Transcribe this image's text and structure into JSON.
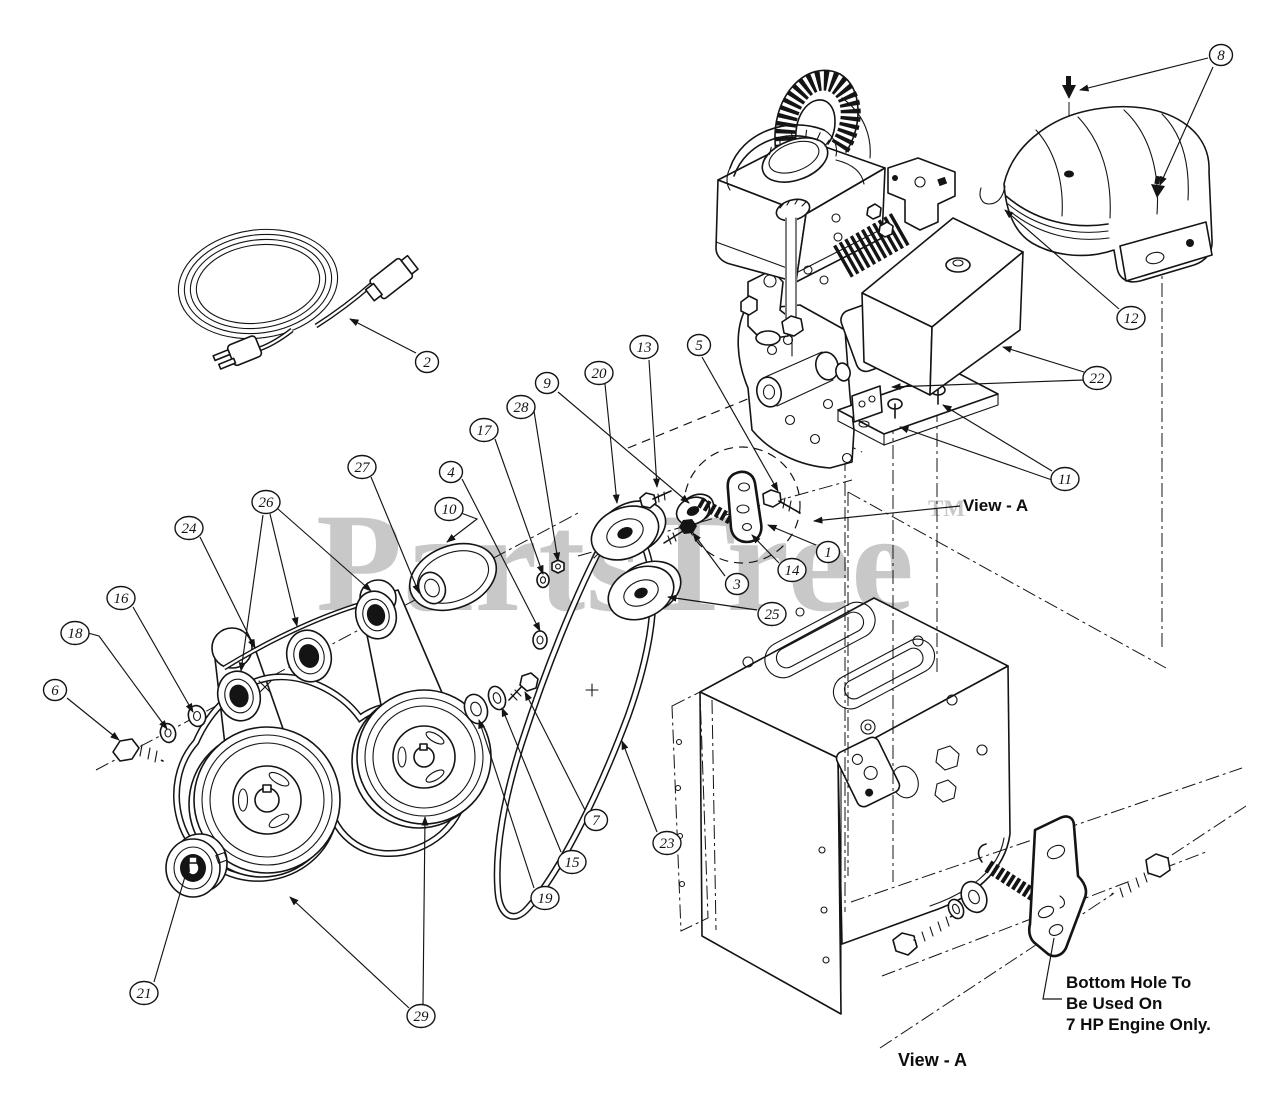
{
  "diagram": {
    "watermark": "PartsTree",
    "watermark_tm": "TM",
    "view_a_top": "View - A",
    "view_a_bottom": "View - A",
    "note_line1": "Bottom Hole To",
    "note_line2": "Be Used On",
    "note_line3": "7 HP Engine Only."
  },
  "callouts": {
    "c1": {
      "num": "1"
    },
    "c2": {
      "num": "2"
    },
    "c3": {
      "num": "3"
    },
    "c4": {
      "num": "4"
    },
    "c5": {
      "num": "5"
    },
    "c6": {
      "num": "6"
    },
    "c7": {
      "num": "7"
    },
    "c8": {
      "num": "8"
    },
    "c9": {
      "num": "9"
    },
    "c10": {
      "num": "10"
    },
    "c11": {
      "num": "11"
    },
    "c12": {
      "num": "12"
    },
    "c13": {
      "num": "13"
    },
    "c14": {
      "num": "14"
    },
    "c15": {
      "num": "15"
    },
    "c16": {
      "num": "16"
    },
    "c17": {
      "num": "17"
    },
    "c18": {
      "num": "18"
    },
    "c19": {
      "num": "19"
    },
    "c20": {
      "num": "20"
    },
    "c21": {
      "num": "21"
    },
    "c22": {
      "num": "22"
    },
    "c23": {
      "num": "23"
    },
    "c24": {
      "num": "24"
    },
    "c25": {
      "num": "25"
    },
    "c26": {
      "num": "26"
    },
    "c27": {
      "num": "27"
    },
    "c28": {
      "num": "28"
    },
    "c29": {
      "num": "29"
    }
  },
  "colors": {
    "ink": "#141414",
    "watermark": "#c8c8c8",
    "background": "#ffffff"
  }
}
